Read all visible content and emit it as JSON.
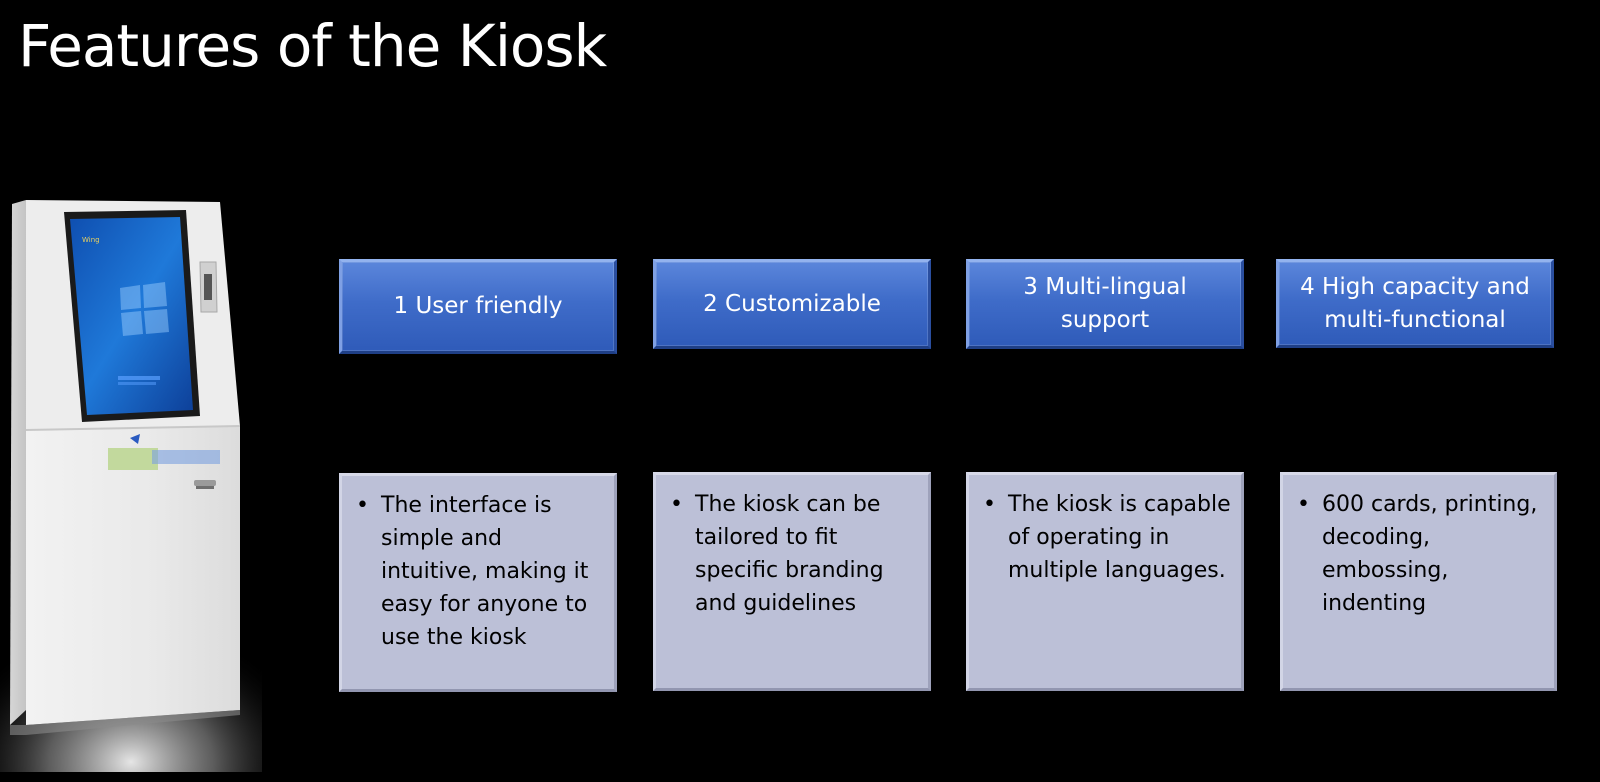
{
  "slide": {
    "title": "Features of the Kiosk"
  },
  "kiosk_image": {
    "screen_label": "Wing"
  },
  "features": [
    {
      "heading": "1 User friendly",
      "description": "The interface is simple and intuitive, making it easy for anyone to use the kiosk"
    },
    {
      "heading": "2 Customizable",
      "description": "The kiosk can be tailored to fit specific branding and guidelines"
    },
    {
      "heading": "3 Multi-lingual support",
      "description": "The kiosk is capable of operating in multiple languages."
    },
    {
      "heading": "4 High capacity and multi-functional",
      "description": "600 cards, printing, decoding, embossing, indenting"
    }
  ],
  "colors": {
    "background": "#000000",
    "header_box": "#4472c4",
    "body_box": "#bcc0d7",
    "title_text": "#ffffff"
  }
}
